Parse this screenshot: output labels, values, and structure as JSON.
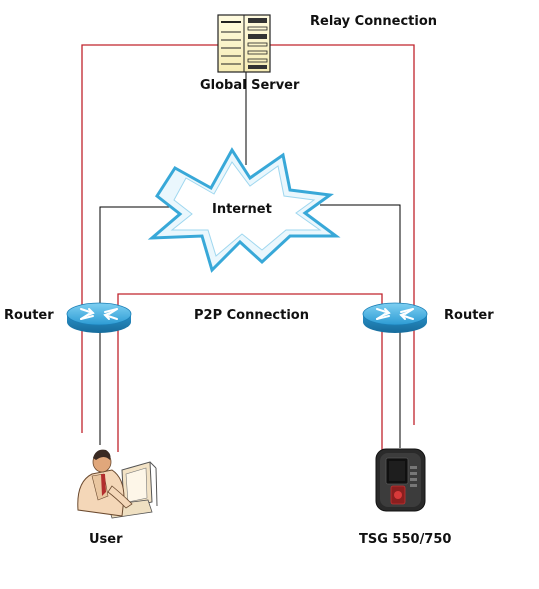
{
  "labels": {
    "relay_connection": "Relay Connection",
    "global_server": "Global Server",
    "internet": "Internet",
    "router_left": "Router",
    "router_right": "Router",
    "p2p_connection": "P2P Connection",
    "user": "User",
    "device": "TSG 550/750"
  },
  "colors": {
    "relay_line": "#c0242c",
    "data_line": "#000000",
    "router_fill": "#2f9ed6",
    "internet_burst_stroke": "#38a8d8"
  },
  "icons": {
    "server": "server-icon",
    "internet": "internet-burst-icon",
    "router": "router-icon",
    "user": "user-at-computer-icon",
    "device": "fingerprint-terminal-icon"
  }
}
